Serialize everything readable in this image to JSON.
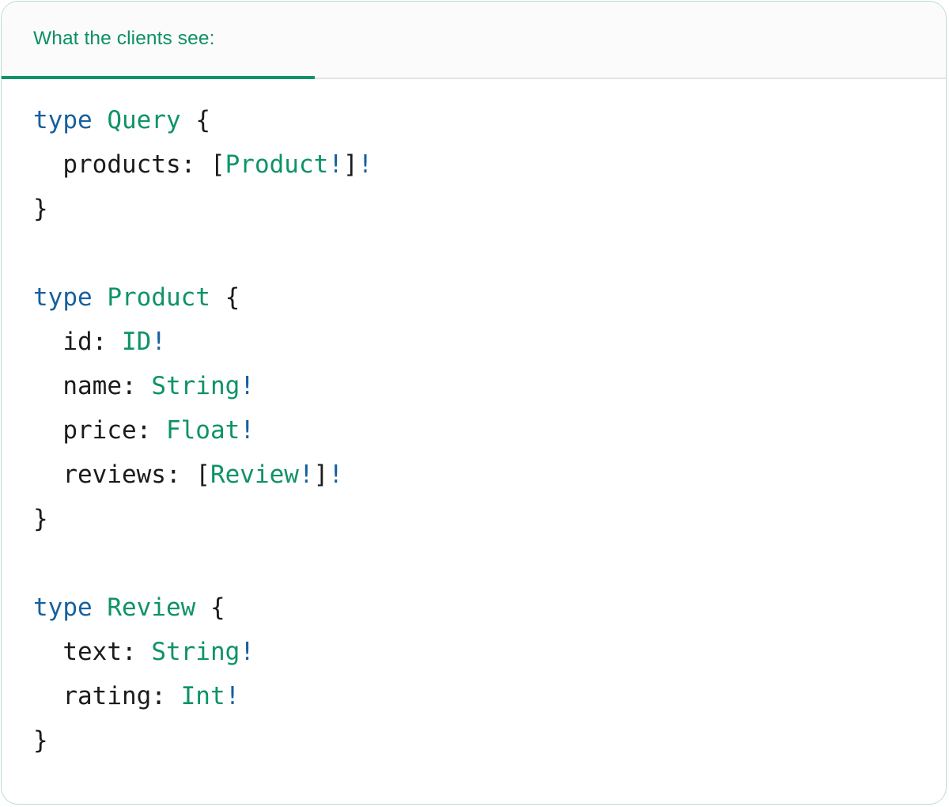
{
  "card": {
    "border_color": "#bcdcc9",
    "background": "#ffffff"
  },
  "header": {
    "title": "What the clients see:",
    "accent_color": "#0d8f64",
    "underline_color": "#10936a",
    "background": "#fbfbfb",
    "divider_color": "#e4e4e4"
  },
  "code": {
    "language": "graphql",
    "colors": {
      "keyword": "#17609e",
      "type_name": "#0e9367",
      "punctuation": "#1b1b1b",
      "non_null": "#17609e",
      "field_name": "#1b1b1b"
    },
    "lines": [
      {
        "tokens": [
          {
            "t": "type",
            "c": "kw"
          },
          {
            "t": " ",
            "c": "punct"
          },
          {
            "t": "Query",
            "c": "type"
          },
          {
            "t": " {",
            "c": "punct"
          }
        ]
      },
      {
        "tokens": [
          {
            "t": "  products: ",
            "c": "field"
          },
          {
            "t": "[",
            "c": "punct"
          },
          {
            "t": "Product",
            "c": "type"
          },
          {
            "t": "!",
            "c": "bang"
          },
          {
            "t": "]",
            "c": "punct"
          },
          {
            "t": "!",
            "c": "bang"
          }
        ]
      },
      {
        "tokens": [
          {
            "t": "}",
            "c": "punct"
          }
        ]
      },
      {
        "tokens": []
      },
      {
        "tokens": [
          {
            "t": "type",
            "c": "kw"
          },
          {
            "t": " ",
            "c": "punct"
          },
          {
            "t": "Product",
            "c": "type"
          },
          {
            "t": " {",
            "c": "punct"
          }
        ]
      },
      {
        "tokens": [
          {
            "t": "  id: ",
            "c": "field"
          },
          {
            "t": "ID",
            "c": "type"
          },
          {
            "t": "!",
            "c": "bang"
          }
        ]
      },
      {
        "tokens": [
          {
            "t": "  name: ",
            "c": "field"
          },
          {
            "t": "String",
            "c": "type"
          },
          {
            "t": "!",
            "c": "bang"
          }
        ]
      },
      {
        "tokens": [
          {
            "t": "  price: ",
            "c": "field"
          },
          {
            "t": "Float",
            "c": "type"
          },
          {
            "t": "!",
            "c": "bang"
          }
        ]
      },
      {
        "tokens": [
          {
            "t": "  reviews: ",
            "c": "field"
          },
          {
            "t": "[",
            "c": "punct"
          },
          {
            "t": "Review",
            "c": "type"
          },
          {
            "t": "!",
            "c": "bang"
          },
          {
            "t": "]",
            "c": "punct"
          },
          {
            "t": "!",
            "c": "bang"
          }
        ]
      },
      {
        "tokens": [
          {
            "t": "}",
            "c": "punct"
          }
        ]
      },
      {
        "tokens": []
      },
      {
        "tokens": [
          {
            "t": "type",
            "c": "kw"
          },
          {
            "t": " ",
            "c": "punct"
          },
          {
            "t": "Review",
            "c": "type"
          },
          {
            "t": " {",
            "c": "punct"
          }
        ]
      },
      {
        "tokens": [
          {
            "t": "  text: ",
            "c": "field"
          },
          {
            "t": "String",
            "c": "type"
          },
          {
            "t": "!",
            "c": "bang"
          }
        ]
      },
      {
        "tokens": [
          {
            "t": "  rating: ",
            "c": "field"
          },
          {
            "t": "Int",
            "c": "type"
          },
          {
            "t": "!",
            "c": "bang"
          }
        ]
      },
      {
        "tokens": [
          {
            "t": "}",
            "c": "punct"
          }
        ]
      }
    ],
    "plain_text": "type Query {\n  products: [Product!]!\n}\n\ntype Product {\n  id: ID!\n  name: String!\n  price: Float!\n  reviews: [Review!]!\n}\n\ntype Review {\n  text: String!\n  rating: Int!\n}"
  }
}
